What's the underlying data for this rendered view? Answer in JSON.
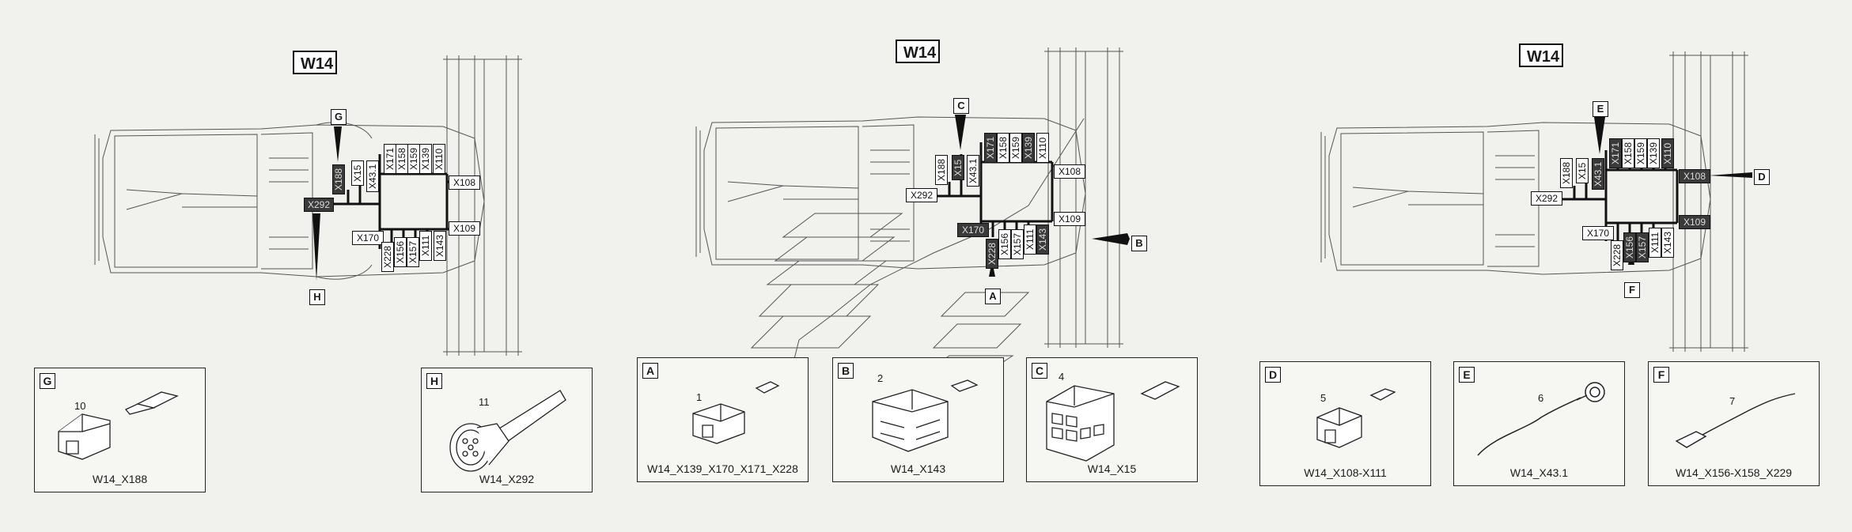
{
  "diagram": {
    "views": [
      {
        "title": "W14",
        "left_labels": [
          "X292"
        ],
        "top_labels": [
          "X188",
          "X15",
          "X43.1",
          "X171",
          "X158",
          "X159",
          "X139",
          "X110"
        ],
        "right_top_label": "X108",
        "bottom_labels": [
          "X228",
          "X156",
          "X157",
          "X111",
          "X143"
        ],
        "left_bottom_label": "X170",
        "right_bottom_label": "X109",
        "callouts": [
          "G",
          "H"
        ]
      },
      {
        "title": "W14",
        "left_labels": [
          "X292"
        ],
        "top_labels": [
          "X188",
          "X15",
          "X43.1",
          "X171",
          "X158",
          "X159",
          "X139",
          "X110"
        ],
        "right_top_label": "X108",
        "bottom_labels": [
          "X228",
          "X156",
          "X157",
          "X111",
          "X143"
        ],
        "left_bottom_label": "X170",
        "right_bottom_label": "X109",
        "callouts": [
          "C",
          "A",
          "B"
        ]
      },
      {
        "title": "W14",
        "left_labels": [
          "X292"
        ],
        "top_labels": [
          "X188",
          "X15",
          "X43.1",
          "X171",
          "X158",
          "X159",
          "X139",
          "X110"
        ],
        "right_top_label": "X108",
        "bottom_labels": [
          "X228",
          "X156",
          "X157",
          "X111",
          "X143"
        ],
        "left_bottom_label": "X170",
        "right_bottom_label": "X109",
        "callouts": [
          "E",
          "D",
          "F"
        ]
      }
    ],
    "detail_panels": [
      {
        "tag": "G",
        "number": "10",
        "caption": "W14_X188"
      },
      {
        "tag": "H",
        "number": "11",
        "caption": "W14_X292"
      },
      {
        "tag": "A",
        "number": "1",
        "caption": "W14_X139_X170_X171_X228"
      },
      {
        "tag": "B",
        "number": "2",
        "caption": "W14_X143"
      },
      {
        "tag": "C",
        "number": "4",
        "caption": "W14_X15"
      },
      {
        "tag": "D",
        "number": "5",
        "caption": "W14_X108-X111"
      },
      {
        "tag": "E",
        "number": "6",
        "caption": "W14_X43.1"
      },
      {
        "tag": "F",
        "number": "7",
        "caption": "W14_X156-X158_X229"
      }
    ]
  }
}
